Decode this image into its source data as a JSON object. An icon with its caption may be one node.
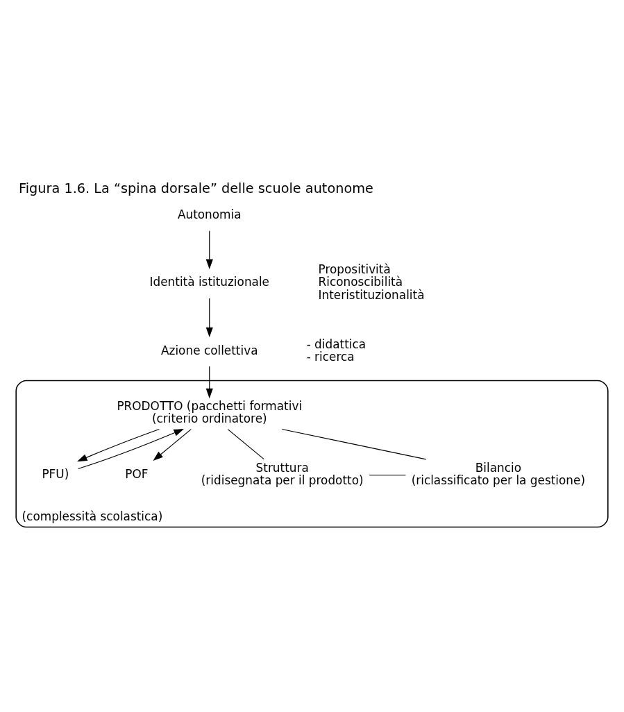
{
  "diagram": {
    "title": "Figura 1.6. La “spina dorsale” delle scuole autonome",
    "nodes": [
      {
        "text": [
          "Autonomia"
        ]
      },
      {
        "text": [
          "Identità istituzionale"
        ],
        "beside": [
          "Propositività",
          "Riconoscibilità",
          "Interistituzionalità"
        ]
      },
      {
        "text": [
          "Azione collettiva"
        ],
        "beside": [
          "- didattica",
          "- ricerca"
        ]
      },
      {
        "text": [
          "(complessità scolastica)"
        ]
      },
      {
        "text": [
          "PRODOTTO (pacchetti formativi",
          "(criterio ordinatore)"
        ],
        "in": 3
      },
      {
        "text": [
          "PFU)"
        ],
        "in": 3
      },
      {
        "text": [
          "POF"
        ],
        "in": 3
      },
      {
        "text": [
          "Struttura",
          "(ridisegnata per il prodotto)"
        ],
        "in": 3
      },
      {
        "text": [
          "Bilancio",
          "(riclassificato per la gestione)"
        ],
        "in": 3
      }
    ],
    "edges": [
      {
        "from": 0,
        "to": 1,
        "arrow": "to"
      },
      {
        "from": 1,
        "to": 2,
        "arrow": "to"
      },
      {
        "from": 2,
        "to": 4,
        "arrow": "to"
      },
      {
        "from": 4,
        "to": 5,
        "arrow": "to"
      },
      {
        "from": 5,
        "to": 4,
        "arrow": "to"
      },
      {
        "from": 4,
        "to": 6,
        "arrow": "to"
      },
      {
        "from": 4,
        "to": 7,
        "arrow": "none"
      },
      {
        "from": 4,
        "to": 8,
        "arrow": "none"
      },
      {
        "from": 7,
        "to": 8,
        "arrow": "none"
      }
    ]
  }
}
